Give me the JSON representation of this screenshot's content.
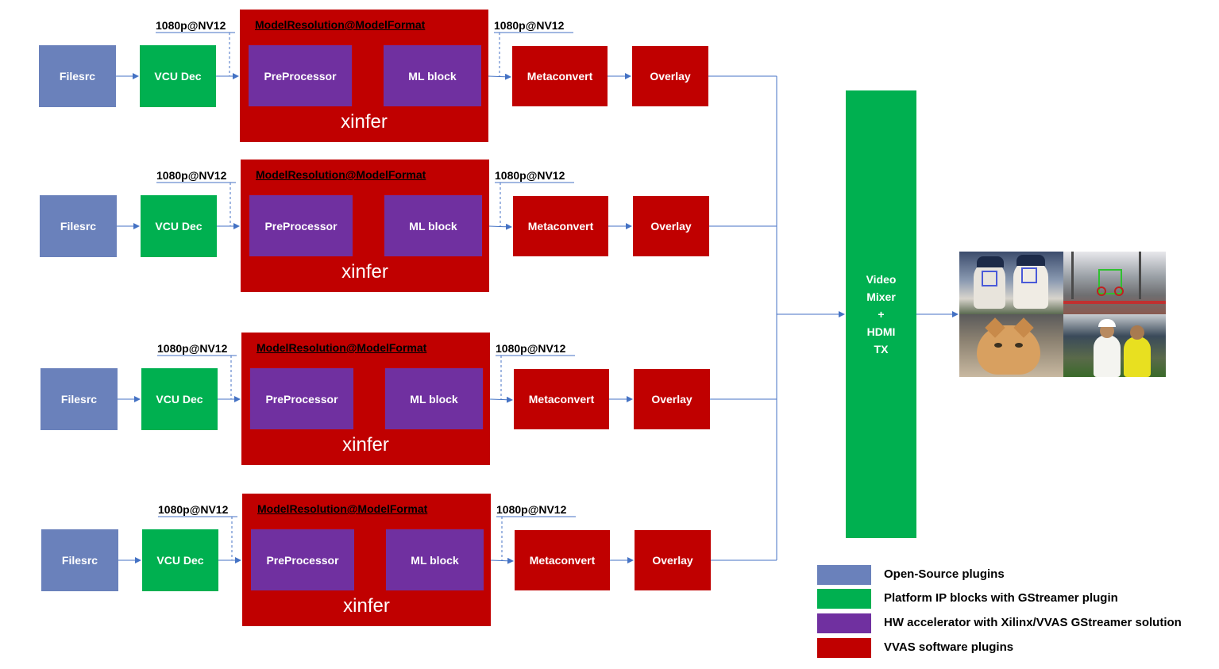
{
  "colors": {
    "open_source": "#6a81bb",
    "platform_ip": "#00b050",
    "hw_accel": "#7030a0",
    "vvas_sw": "#c00000",
    "connector": "#4472c4"
  },
  "pipelines": [
    {
      "filesrc": "Filesrc",
      "vcu_dec": "VCU Dec",
      "in_format": "1080p@NV12",
      "model_format": "ModelResolution@ModelFormat",
      "preprocessor": "PreProcessor",
      "ml_block": "ML block",
      "xinfer": "xinfer",
      "out_format": "1080p@NV12",
      "metaconvert": "Metaconvert",
      "overlay": "Overlay"
    },
    {
      "filesrc": "Filesrc",
      "vcu_dec": "VCU Dec",
      "in_format": "1080p@NV12",
      "model_format": "ModelResolution@ModelFormat",
      "preprocessor": "PreProcessor",
      "ml_block": "ML block",
      "xinfer": "xinfer",
      "out_format": "1080p@NV12",
      "metaconvert": "Metaconvert",
      "overlay": "Overlay"
    },
    {
      "filesrc": "Filesrc",
      "vcu_dec": "VCU Dec",
      "in_format": "1080p@NV12",
      "model_format": "ModelResolution@ModelFormat",
      "preprocessor": "PreProcessor",
      "ml_block": "ML block",
      "xinfer": "xinfer",
      "out_format": "1080p@NV12",
      "metaconvert": "Metaconvert",
      "overlay": "Overlay"
    },
    {
      "filesrc": "Filesrc",
      "vcu_dec": "VCU Dec",
      "in_format": "1080p@NV12",
      "model_format": "ModelResolution@ModelFormat",
      "preprocessor": "PreProcessor",
      "ml_block": "ML block",
      "xinfer": "xinfer",
      "out_format": "1080p@NV12",
      "metaconvert": "Metaconvert",
      "overlay": "Overlay"
    }
  ],
  "mixer": {
    "label": "Video\nMixer\n+\nHDMI\nTX"
  },
  "legend": [
    {
      "label": "Open-Source plugins",
      "color": "#6a81bb"
    },
    {
      "label": "Platform IP blocks with GStreamer plugin",
      "color": "#00b050"
    },
    {
      "label": "HW accelerator with Xilinx/VVAS GStreamer solution",
      "color": "#7030a0"
    },
    {
      "label": "VVAS software plugins",
      "color": "#c00000"
    }
  ]
}
